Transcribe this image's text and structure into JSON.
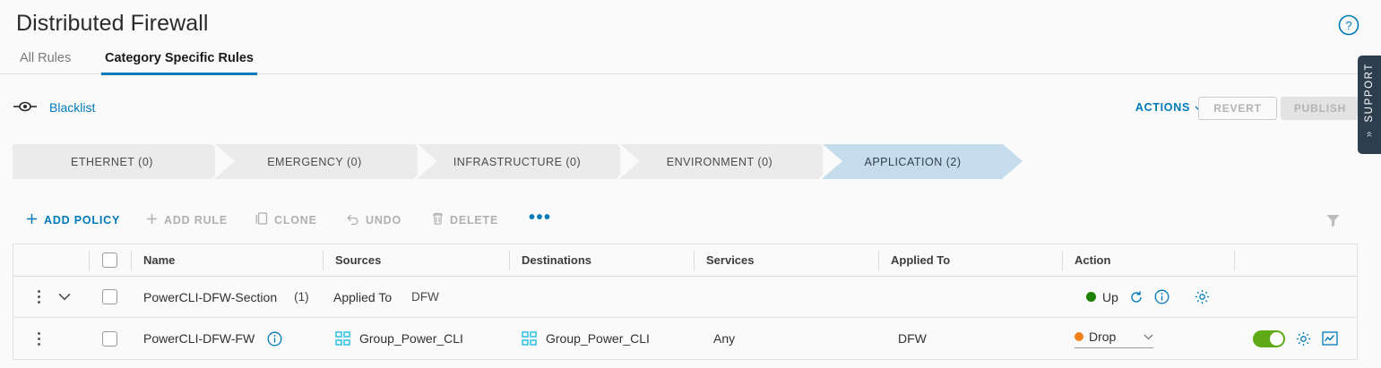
{
  "header": {
    "title": "Distributed Firewall",
    "help_icon": "help-circle-icon"
  },
  "tabs": [
    {
      "label": "All Rules",
      "active": false
    },
    {
      "label": "Category Specific Rules",
      "active": true
    }
  ],
  "filter_row": {
    "connection_icon": "connection-icon",
    "blacklist_label": "Blacklist",
    "actions_label": "ACTIONS",
    "actions_chevron": "chevron-down-icon",
    "revert_label": "REVERT",
    "publish_label": "PUBLISH"
  },
  "categories": [
    {
      "label": "ETHERNET (0)",
      "active": false
    },
    {
      "label": "EMERGENCY (0)",
      "active": false
    },
    {
      "label": "INFRASTRUCTURE (0)",
      "active": false
    },
    {
      "label": "ENVIRONMENT (0)",
      "active": false
    },
    {
      "label": "APPLICATION (2)",
      "active": true
    }
  ],
  "toolbar": {
    "add_policy": "ADD POLICY",
    "add_rule": "ADD RULE",
    "clone": "CLONE",
    "undo": "UNDO",
    "delete": "DELETE",
    "overflow": "•••",
    "filter_icon": "funnel-filter-icon"
  },
  "table": {
    "columns": [
      "Name",
      "Sources",
      "Destinations",
      "Services",
      "Applied To",
      "Action"
    ],
    "section_row": {
      "name": "PowerCLI-DFW-Section",
      "count": "(1)",
      "applied_to_label": "Applied To",
      "applied_to_value": "DFW",
      "status": "Up",
      "refresh_icon": "refresh-icon",
      "info_icon": "info-circle-icon",
      "settings_icon": "gear-icon"
    },
    "rule_row": {
      "name": "PowerCLI-DFW-FW",
      "info_icon": "info-circle-icon",
      "source": "Group_Power_CLI",
      "destination": "Group_Power_CLI",
      "service": "Any",
      "applied_to": "DFW",
      "action": "Drop",
      "action_chevron": "chevron-down-icon",
      "enabled": true,
      "settings_icon": "gear-icon",
      "stats_icon": "chart-stats-icon"
    }
  },
  "support": {
    "label": "SUPPORT",
    "collapse_icon": "double-chevron-icon"
  },
  "colors": {
    "accent_blue": "#0079b8",
    "active_category": "#c5dced",
    "status_up_green": "#1d8100",
    "toggle_green": "#60a917",
    "drop_orange": "#f3801a",
    "group_cyan": "#2dc1e0",
    "support_navy": "#2d3e4f"
  }
}
